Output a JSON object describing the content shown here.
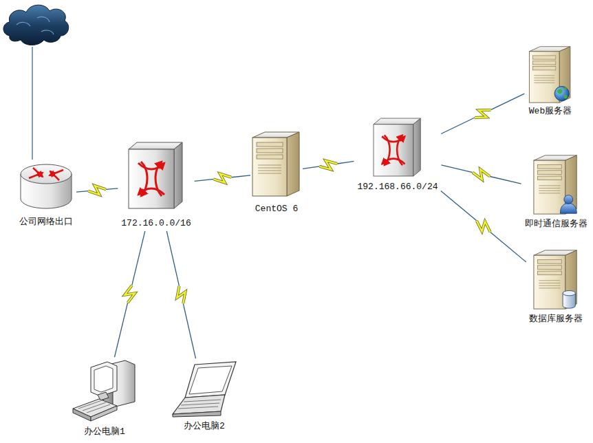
{
  "diagram": {
    "nodes": [
      {
        "text": [
          "公司网络出口"
        ]
      },
      {
        "text": [
          "172.16.0.0/16"
        ]
      },
      {
        "text": [
          "CentOS 6"
        ]
      },
      {
        "text": [
          "192.168.66.0/24"
        ]
      },
      {
        "text": [
          "Web服务器"
        ]
      },
      {
        "text": [
          "即时通信服务器"
        ]
      },
      {
        "text": [
          "数据库服务器"
        ]
      },
      {
        "text": [
          "办公电脑1"
        ]
      },
      {
        "text": [
          "办公电脑2"
        ]
      }
    ],
    "edges": [
      {
        "from": 0,
        "to": 1,
        "arrow": "none"
      },
      {
        "from": 1,
        "to": 2,
        "arrow": "none"
      },
      {
        "from": 2,
        "to": 3,
        "arrow": "none"
      },
      {
        "from": 3,
        "to": 4,
        "arrow": "none"
      },
      {
        "from": 3,
        "to": 5,
        "arrow": "none"
      },
      {
        "from": 3,
        "to": 6,
        "arrow": "none"
      },
      {
        "from": 1,
        "to": 7,
        "arrow": "none"
      },
      {
        "from": 1,
        "to": 8,
        "arrow": "none"
      }
    ]
  }
}
